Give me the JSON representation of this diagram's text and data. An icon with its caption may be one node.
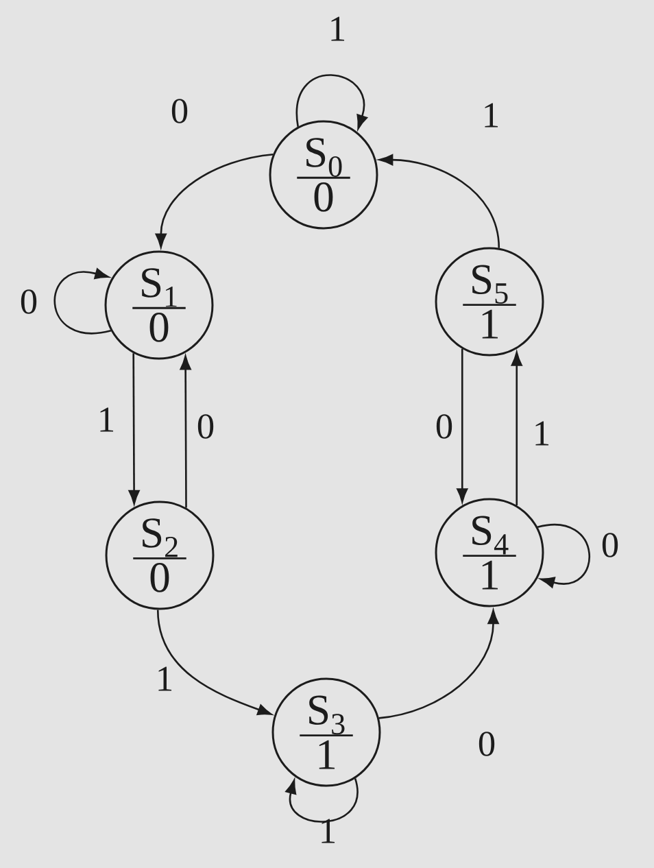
{
  "diagram": {
    "nodes": [
      {
        "text": [
          "S$_{0}$",
          "0"
        ]
      },
      {
        "text": [
          "S$_{1}$",
          "0"
        ]
      },
      {
        "text": [
          "S$_{2}$",
          "0"
        ]
      },
      {
        "text": [
          "S$_{3}$",
          "1"
        ]
      },
      {
        "text": [
          "S$_{4}$",
          "1"
        ]
      },
      {
        "text": [
          "S$_{5}$",
          "1"
        ]
      }
    ],
    "edges": [
      {
        "from": 0,
        "to": 0,
        "arrow": "to",
        "label": "1"
      },
      {
        "from": 0,
        "to": 1,
        "arrow": "to",
        "label": "0"
      },
      {
        "from": 5,
        "to": 0,
        "arrow": "to",
        "label": "1"
      },
      {
        "from": 1,
        "to": 1,
        "arrow": "to",
        "label": "0"
      },
      {
        "from": 1,
        "to": 2,
        "arrow": "to",
        "label": "1"
      },
      {
        "from": 2,
        "to": 1,
        "arrow": "to",
        "label": "0"
      },
      {
        "from": 5,
        "to": 4,
        "arrow": "to",
        "label": "0"
      },
      {
        "from": 4,
        "to": 5,
        "arrow": "to",
        "label": "1"
      },
      {
        "from": 4,
        "to": 4,
        "arrow": "to",
        "label": "0"
      },
      {
        "from": 2,
        "to": 3,
        "arrow": "to",
        "label": "1"
      },
      {
        "from": 3,
        "to": 4,
        "arrow": "to",
        "label": "0"
      },
      {
        "from": 3,
        "to": 3,
        "arrow": "to",
        "label": "1"
      }
    ]
  }
}
